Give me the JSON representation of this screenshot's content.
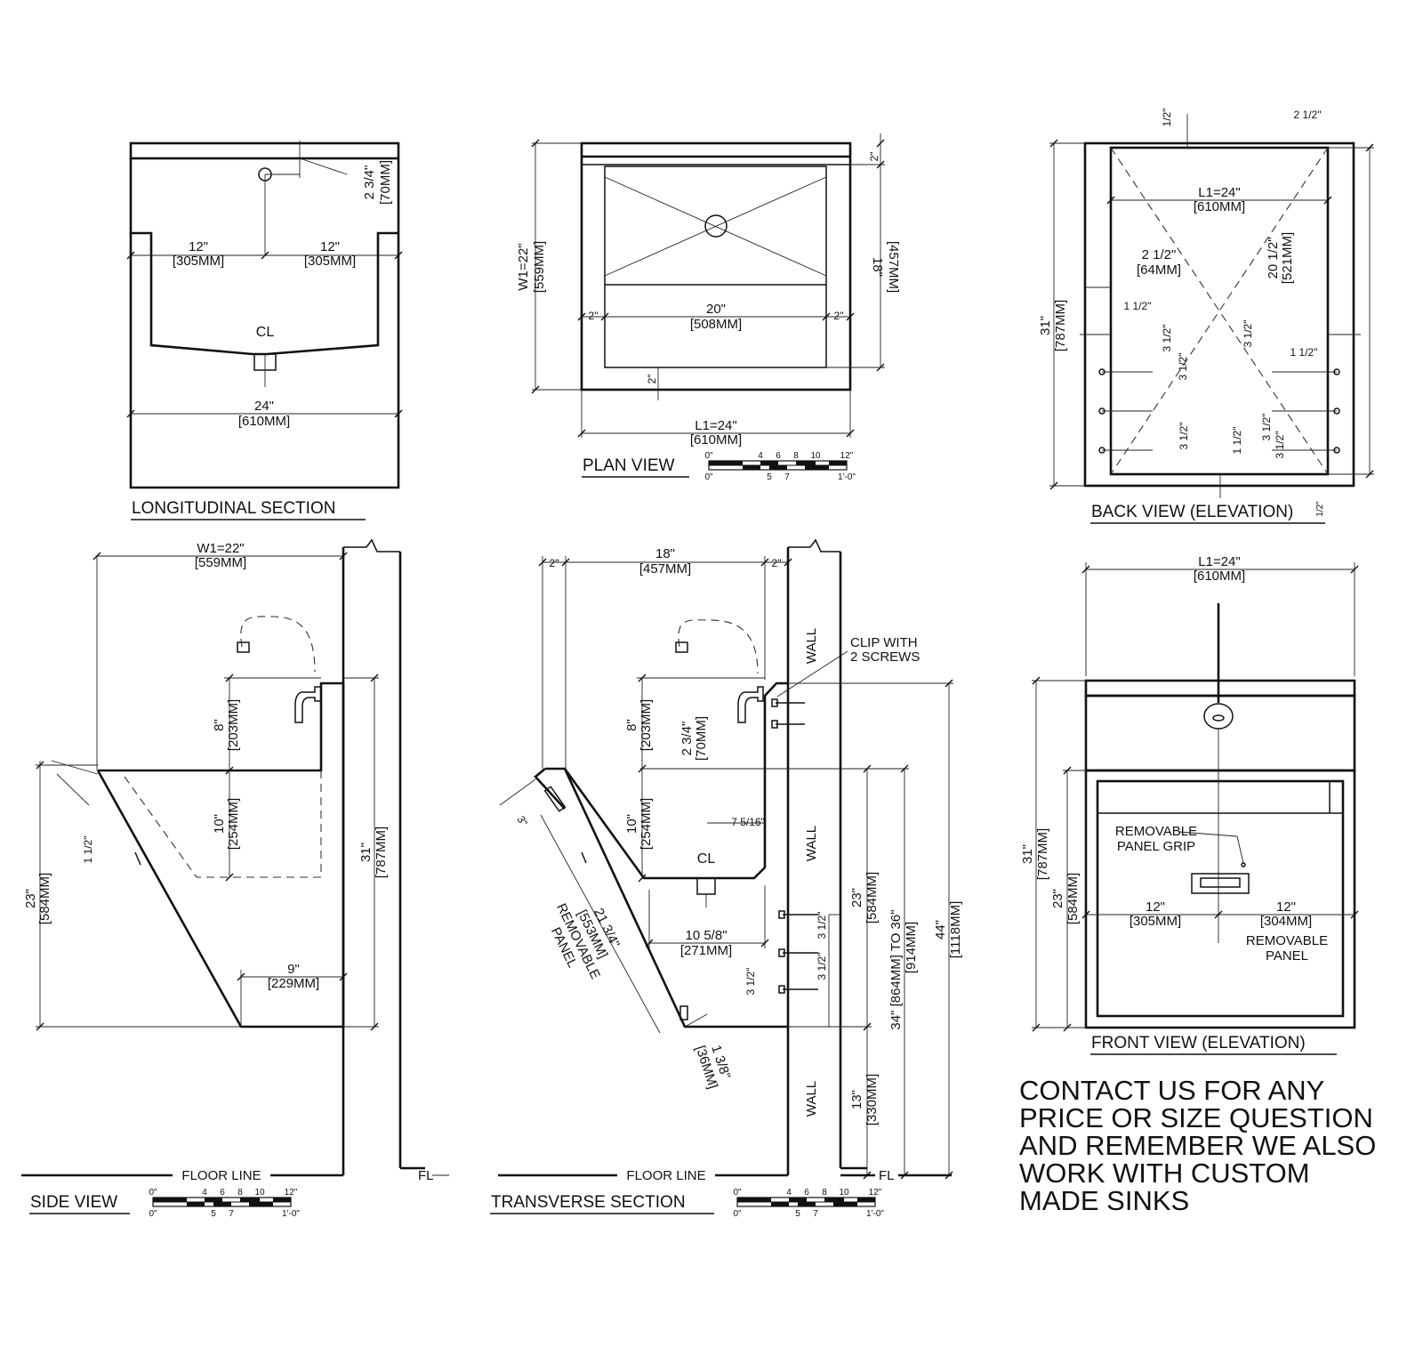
{
  "views": {
    "longitudinal": {
      "title": "LONGITUDINAL SECTION",
      "dim_depth": "2 3/4\"",
      "dim_depth_mm": "[70MM]",
      "dim_left": "12\"",
      "dim_left_mm": "[305MM]",
      "dim_right": "12\"",
      "dim_right_mm": "[305MM]",
      "centerline": "CL",
      "dim_width": "24\"",
      "dim_width_mm": "[610MM]"
    },
    "plan": {
      "title": "PLAN VIEW",
      "dim_w1": "W1=22\"",
      "dim_w1_mm": "[559MM]",
      "dim_top": "2\"",
      "dim_18": "18\"",
      "dim_18_mm": "[457MM]",
      "dim_side_l": "2\"",
      "dim_side_r": "2\"",
      "dim_20": "20\"",
      "dim_20_mm": "[508MM]",
      "dim_bottom": "2\"",
      "dim_l1": "L1=24\"",
      "dim_l1_mm": "[610MM]"
    },
    "back": {
      "title": "BACK VIEW (ELEVATION)",
      "dim_half": "1/2\"",
      "dim_corner": "2 1/2\"",
      "dim_l1": "L1=24\"",
      "dim_l1_mm": "[610MM]",
      "dim_h": "20 1/2\"",
      "dim_h_mm": "[521MM]",
      "dim_left": "2 1/2\"",
      "dim_left_mm": "[64MM]",
      "dim_a": "1 1/2\"",
      "dim_b": "1 1/2\"",
      "dim_c": "1 1/2\"",
      "dim_31": "31\"",
      "dim_31_mm": "[787MM]",
      "dim_d1": "3 1/2\"",
      "dim_d2": "3 1/2\"",
      "dim_d3": "3 1/2\"",
      "dim_d4": "3 1/2\"",
      "dim_d5": "3 1/2\"",
      "dim_d6": "3 1/2\"",
      "dim_bot": "1/2\""
    },
    "side": {
      "title": "SIDE VIEW",
      "dim_w1": "W1=22\"",
      "dim_w1_mm": "[559MM]",
      "dim_8": "8\"",
      "dim_8_mm": "[203MM]",
      "dim_10": "10\"",
      "dim_10_mm": "[254MM]",
      "dim_31": "31\"",
      "dim_31_mm": "[787MM]",
      "dim_23": "23\"",
      "dim_23_mm": "[584MM]",
      "dim_15": "1 1/2\"",
      "dim_9": "9\"",
      "dim_9_mm": "[229MM]",
      "floor": "FLOOR LINE",
      "fl": "FL"
    },
    "transverse": {
      "title": "TRANSVERSE SECTION",
      "dim_2a": "2\"",
      "dim_2b": "2\"",
      "dim_18": "18\"",
      "dim_18_mm": "[457MM]",
      "clip_1": "CLIP WITH",
      "clip_2": "2 SCREWS",
      "wall": "WALL",
      "dim_8": "8\"",
      "dim_8_mm": "[203MM]",
      "dim_234": "2 3/4\"",
      "dim_234_mm": "[70MM]",
      "dim_3": "3\"",
      "dim_10": "10\"",
      "dim_10_mm": "[254MM]",
      "dim_7516": "7 5/16\"",
      "centerline": "CL",
      "dim_2134": "21 3/4\"",
      "dim_2134_mm": "[553MM]",
      "panel_1": "REMOVABLE",
      "panel_2": "PANEL",
      "dim_1058": "10 5/8\"",
      "dim_1058_mm": "[271MM]",
      "dim_23": "23\"",
      "dim_23_mm": "[584MM]",
      "dim_34": "34\" [864MM] TO 36\"",
      "dim_34_mm": "[914MM]",
      "dim_44": "44\"",
      "dim_44_mm": "[1118MM]",
      "dim_s1": "3 1/2\"",
      "dim_s2": "3 1/2\"",
      "dim_s3": "3 1/2\"",
      "dim_138": "1 3/8\"",
      "dim_138_mm": "[36MM]",
      "dim_13": "13\"",
      "dim_13_mm": "[330MM]",
      "floor": "FLOOR LINE",
      "fl": "FL"
    },
    "front": {
      "title": "FRONT VIEW (ELEVATION)",
      "dim_l1": "L1=24\"",
      "dim_l1_mm": "[610MM]",
      "grip_1": "REMOVABLE",
      "grip_2": "PANEL GRIP",
      "dim_31": "31\"",
      "dim_31_mm": "[787MM]",
      "dim_23": "23\"",
      "dim_23_mm": "[584MM]",
      "dim_left": "12\"",
      "dim_left_mm": "[305MM]",
      "dim_right": "12\"",
      "dim_right_mm": "[304MM]",
      "panel_1": "REMOVABLE",
      "panel_2": "PANEL"
    }
  },
  "scale_bar": {
    "top_labels": [
      "0\"",
      "4",
      "6",
      "8",
      "10",
      "12\""
    ],
    "bottom_labels": [
      "0\"",
      "5",
      "7",
      "1'-0\""
    ]
  },
  "contact": {
    "lines": [
      "CONTACT US FOR ANY",
      "PRICE OR SIZE QUESTION",
      "AND REMEMBER WE ALSO",
      "WORK WITH CUSTOM",
      "MADE SINKS"
    ]
  }
}
